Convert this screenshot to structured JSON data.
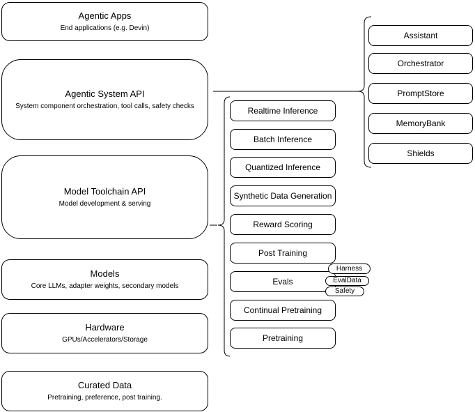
{
  "left_stack": [
    {
      "title": "Agentic Apps",
      "subtitle": "End applications (e.g. Devin)"
    },
    {
      "title": "Agentic System API",
      "subtitle": "System component orchestration, tool calls, safety checks"
    },
    {
      "title": "Model Toolchain API",
      "subtitle": "Model development & serving"
    },
    {
      "title": "Models",
      "subtitle": "Core LLMs, adapter weights, secondary models"
    },
    {
      "title": "Hardware",
      "subtitle": "GPUs/Accelerators/Storage"
    },
    {
      "title": "Curated Data",
      "subtitle": "Pretraining, preference, post training."
    }
  ],
  "toolchain_components": [
    "Realtime Inference",
    "Batch Inference",
    "Quantized Inference",
    "Synthetic Data Generation",
    "Reward Scoring",
    "Post Training",
    "Evals",
    "Continual Pretraining",
    "Pretraining"
  ],
  "eval_tags": [
    "Harness",
    "EvalData",
    "Safety"
  ],
  "system_components": [
    "Assistant",
    "Orchestrator",
    "PromptStore",
    "MemoryBank",
    "Shields"
  ],
  "colors": {
    "border": "#000000",
    "fill": "#ffffff",
    "background": "#ffffff",
    "text": "#000000"
  }
}
